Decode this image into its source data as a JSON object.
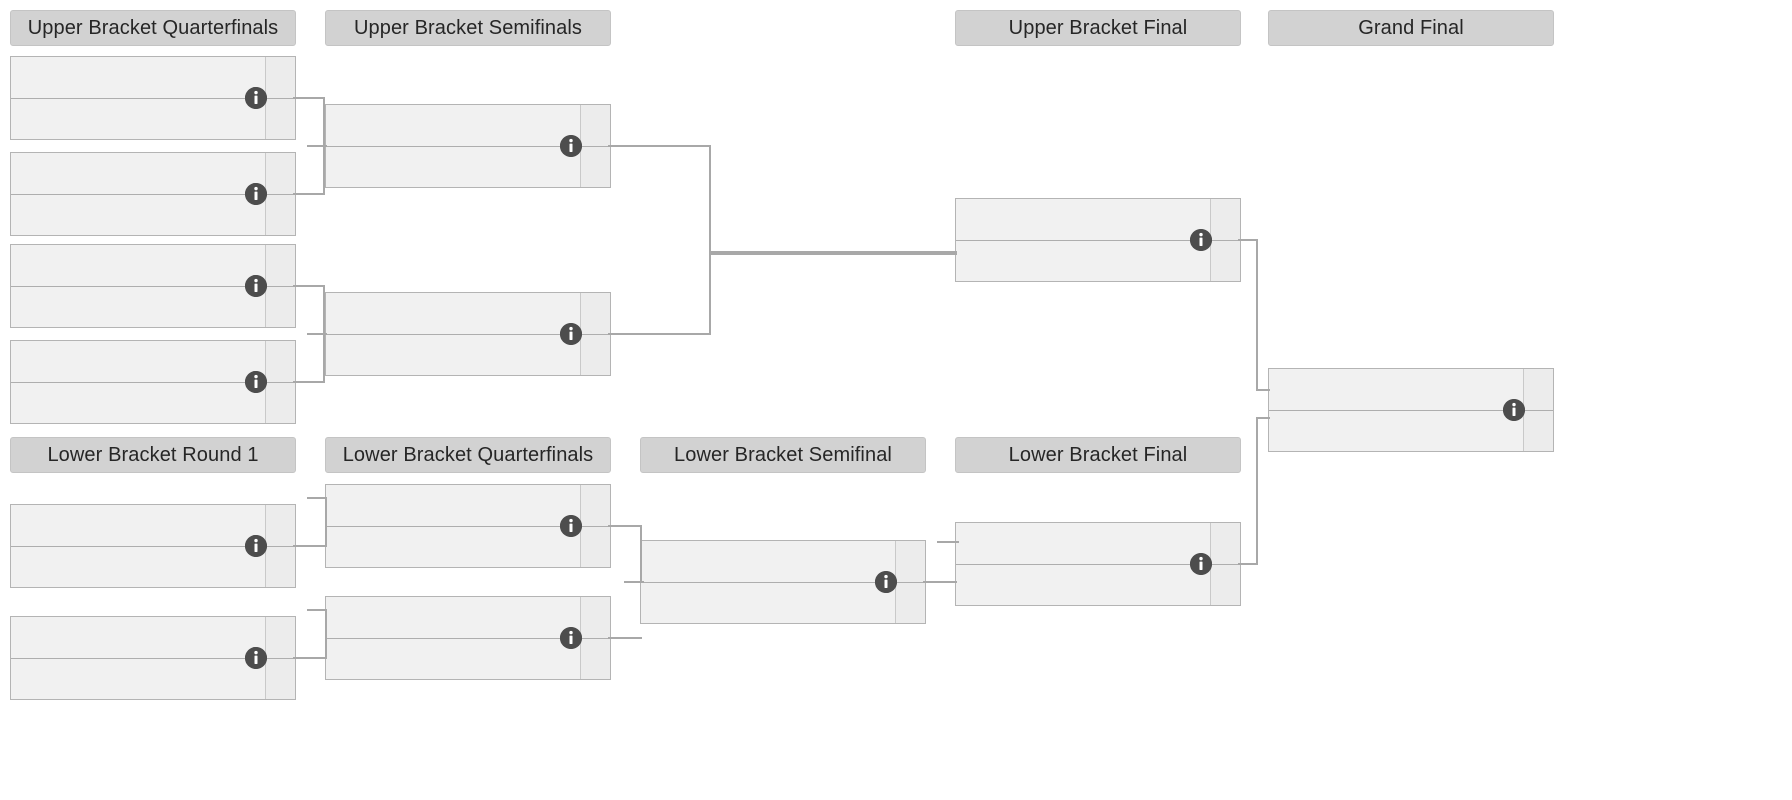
{
  "page": {
    "title": "Tournament Bracket",
    "background_color": "#ffffff",
    "header_color": "#d2d2d2",
    "match_color": "#f1f1f1",
    "score_color": "#ececec",
    "line_color": "#a8a8a8",
    "badge_color": "#4d4d4d"
  },
  "rounds": [
    {
      "id": "ubqf",
      "label": "Upper Bracket Quarterfinals"
    },
    {
      "id": "ubsf",
      "label": "Upper Bracket Semifinals"
    },
    {
      "id": "ubf",
      "label": "Upper Bracket Final"
    },
    {
      "id": "gf",
      "label": "Grand Final"
    },
    {
      "id": "lbr1",
      "label": "Lower Bracket Round 1"
    },
    {
      "id": "lbqf",
      "label": "Lower Bracket Quarterfinals"
    },
    {
      "id": "lbsf",
      "label": "Lower Bracket Semifinal"
    },
    {
      "id": "lbf",
      "label": "Lower Bracket Final"
    }
  ],
  "matches": [
    {
      "id": "ubqf1",
      "round": "ubqf",
      "top_team": "",
      "bottom_team": "",
      "top_score": "",
      "bottom_score": "",
      "info": "i"
    },
    {
      "id": "ubqf2",
      "round": "ubqf",
      "top_team": "",
      "bottom_team": "",
      "top_score": "",
      "bottom_score": "",
      "info": "i"
    },
    {
      "id": "ubqf3",
      "round": "ubqf",
      "top_team": "",
      "bottom_team": "",
      "top_score": "",
      "bottom_score": "",
      "info": "i"
    },
    {
      "id": "ubqf4",
      "round": "ubqf",
      "top_team": "",
      "bottom_team": "",
      "top_score": "",
      "bottom_score": "",
      "info": "i"
    },
    {
      "id": "ubsf1",
      "round": "ubsf",
      "top_team": "",
      "bottom_team": "",
      "top_score": "",
      "bottom_score": "",
      "info": "i"
    },
    {
      "id": "ubsf2",
      "round": "ubsf",
      "top_team": "",
      "bottom_team": "",
      "top_score": "",
      "bottom_score": "",
      "info": "i"
    },
    {
      "id": "ubf1",
      "round": "ubf",
      "top_team": "",
      "bottom_team": "",
      "top_score": "",
      "bottom_score": "",
      "info": "i"
    },
    {
      "id": "gf1",
      "round": "gf",
      "top_team": "",
      "bottom_team": "",
      "top_score": "",
      "bottom_score": "",
      "info": "i"
    },
    {
      "id": "lbr11",
      "round": "lbr1",
      "top_team": "",
      "bottom_team": "",
      "top_score": "",
      "bottom_score": "",
      "info": "i"
    },
    {
      "id": "lbr12",
      "round": "lbr1",
      "top_team": "",
      "bottom_team": "",
      "top_score": "",
      "bottom_score": "",
      "info": "i"
    },
    {
      "id": "lbqf1",
      "round": "lbqf",
      "top_team": "",
      "bottom_team": "",
      "top_score": "",
      "bottom_score": "",
      "info": "i"
    },
    {
      "id": "lbqf2",
      "round": "lbqf",
      "top_team": "",
      "bottom_team": "",
      "top_score": "",
      "bottom_score": "",
      "info": "i"
    },
    {
      "id": "lbsf1",
      "round": "lbsf",
      "top_team": "",
      "bottom_team": "",
      "top_score": "",
      "bottom_score": "",
      "info": "i"
    },
    {
      "id": "lbf1",
      "round": "lbf",
      "top_team": "",
      "bottom_team": "",
      "top_score": "",
      "bottom_score": "",
      "info": "i"
    }
  ],
  "icons": {
    "info": "info-icon"
  }
}
